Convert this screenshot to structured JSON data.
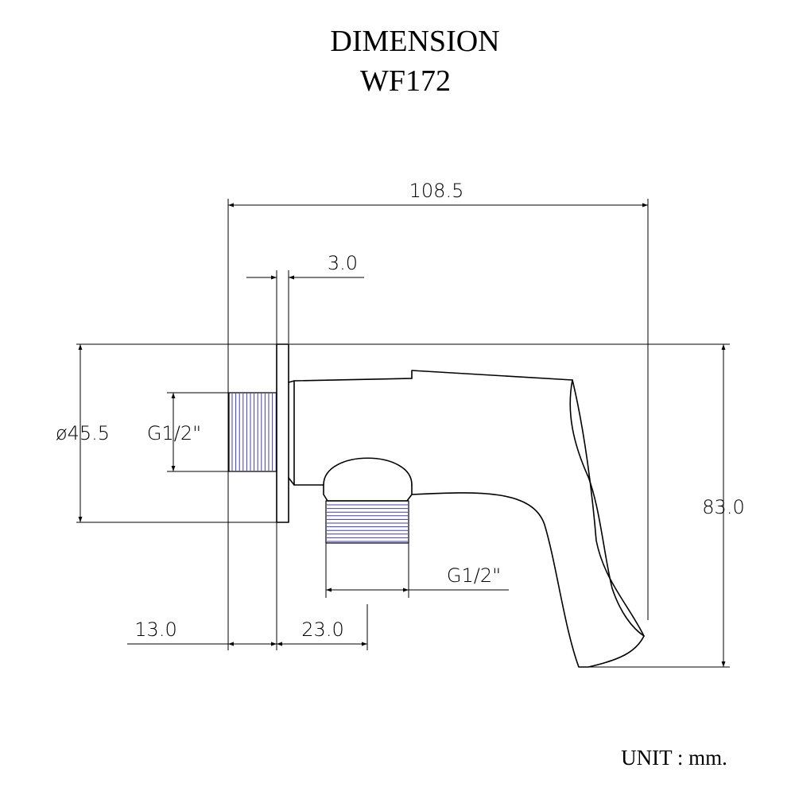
{
  "title": {
    "line1": "DIMENSION",
    "line2": "WF172"
  },
  "unit_label": "UNIT : mm.",
  "dimensions": {
    "overall_width": "108.5",
    "flange_thickness": "3.0",
    "flange_diameter": "ø45.5",
    "inlet_thread": "G1/2\"",
    "outlet_thread": "G1/2\"",
    "overall_height": "83.0",
    "inlet_thread_length": "13.0",
    "outlet_offset": "23.0"
  },
  "colors": {
    "line": "#000000",
    "thread": "#3d3dbf"
  }
}
